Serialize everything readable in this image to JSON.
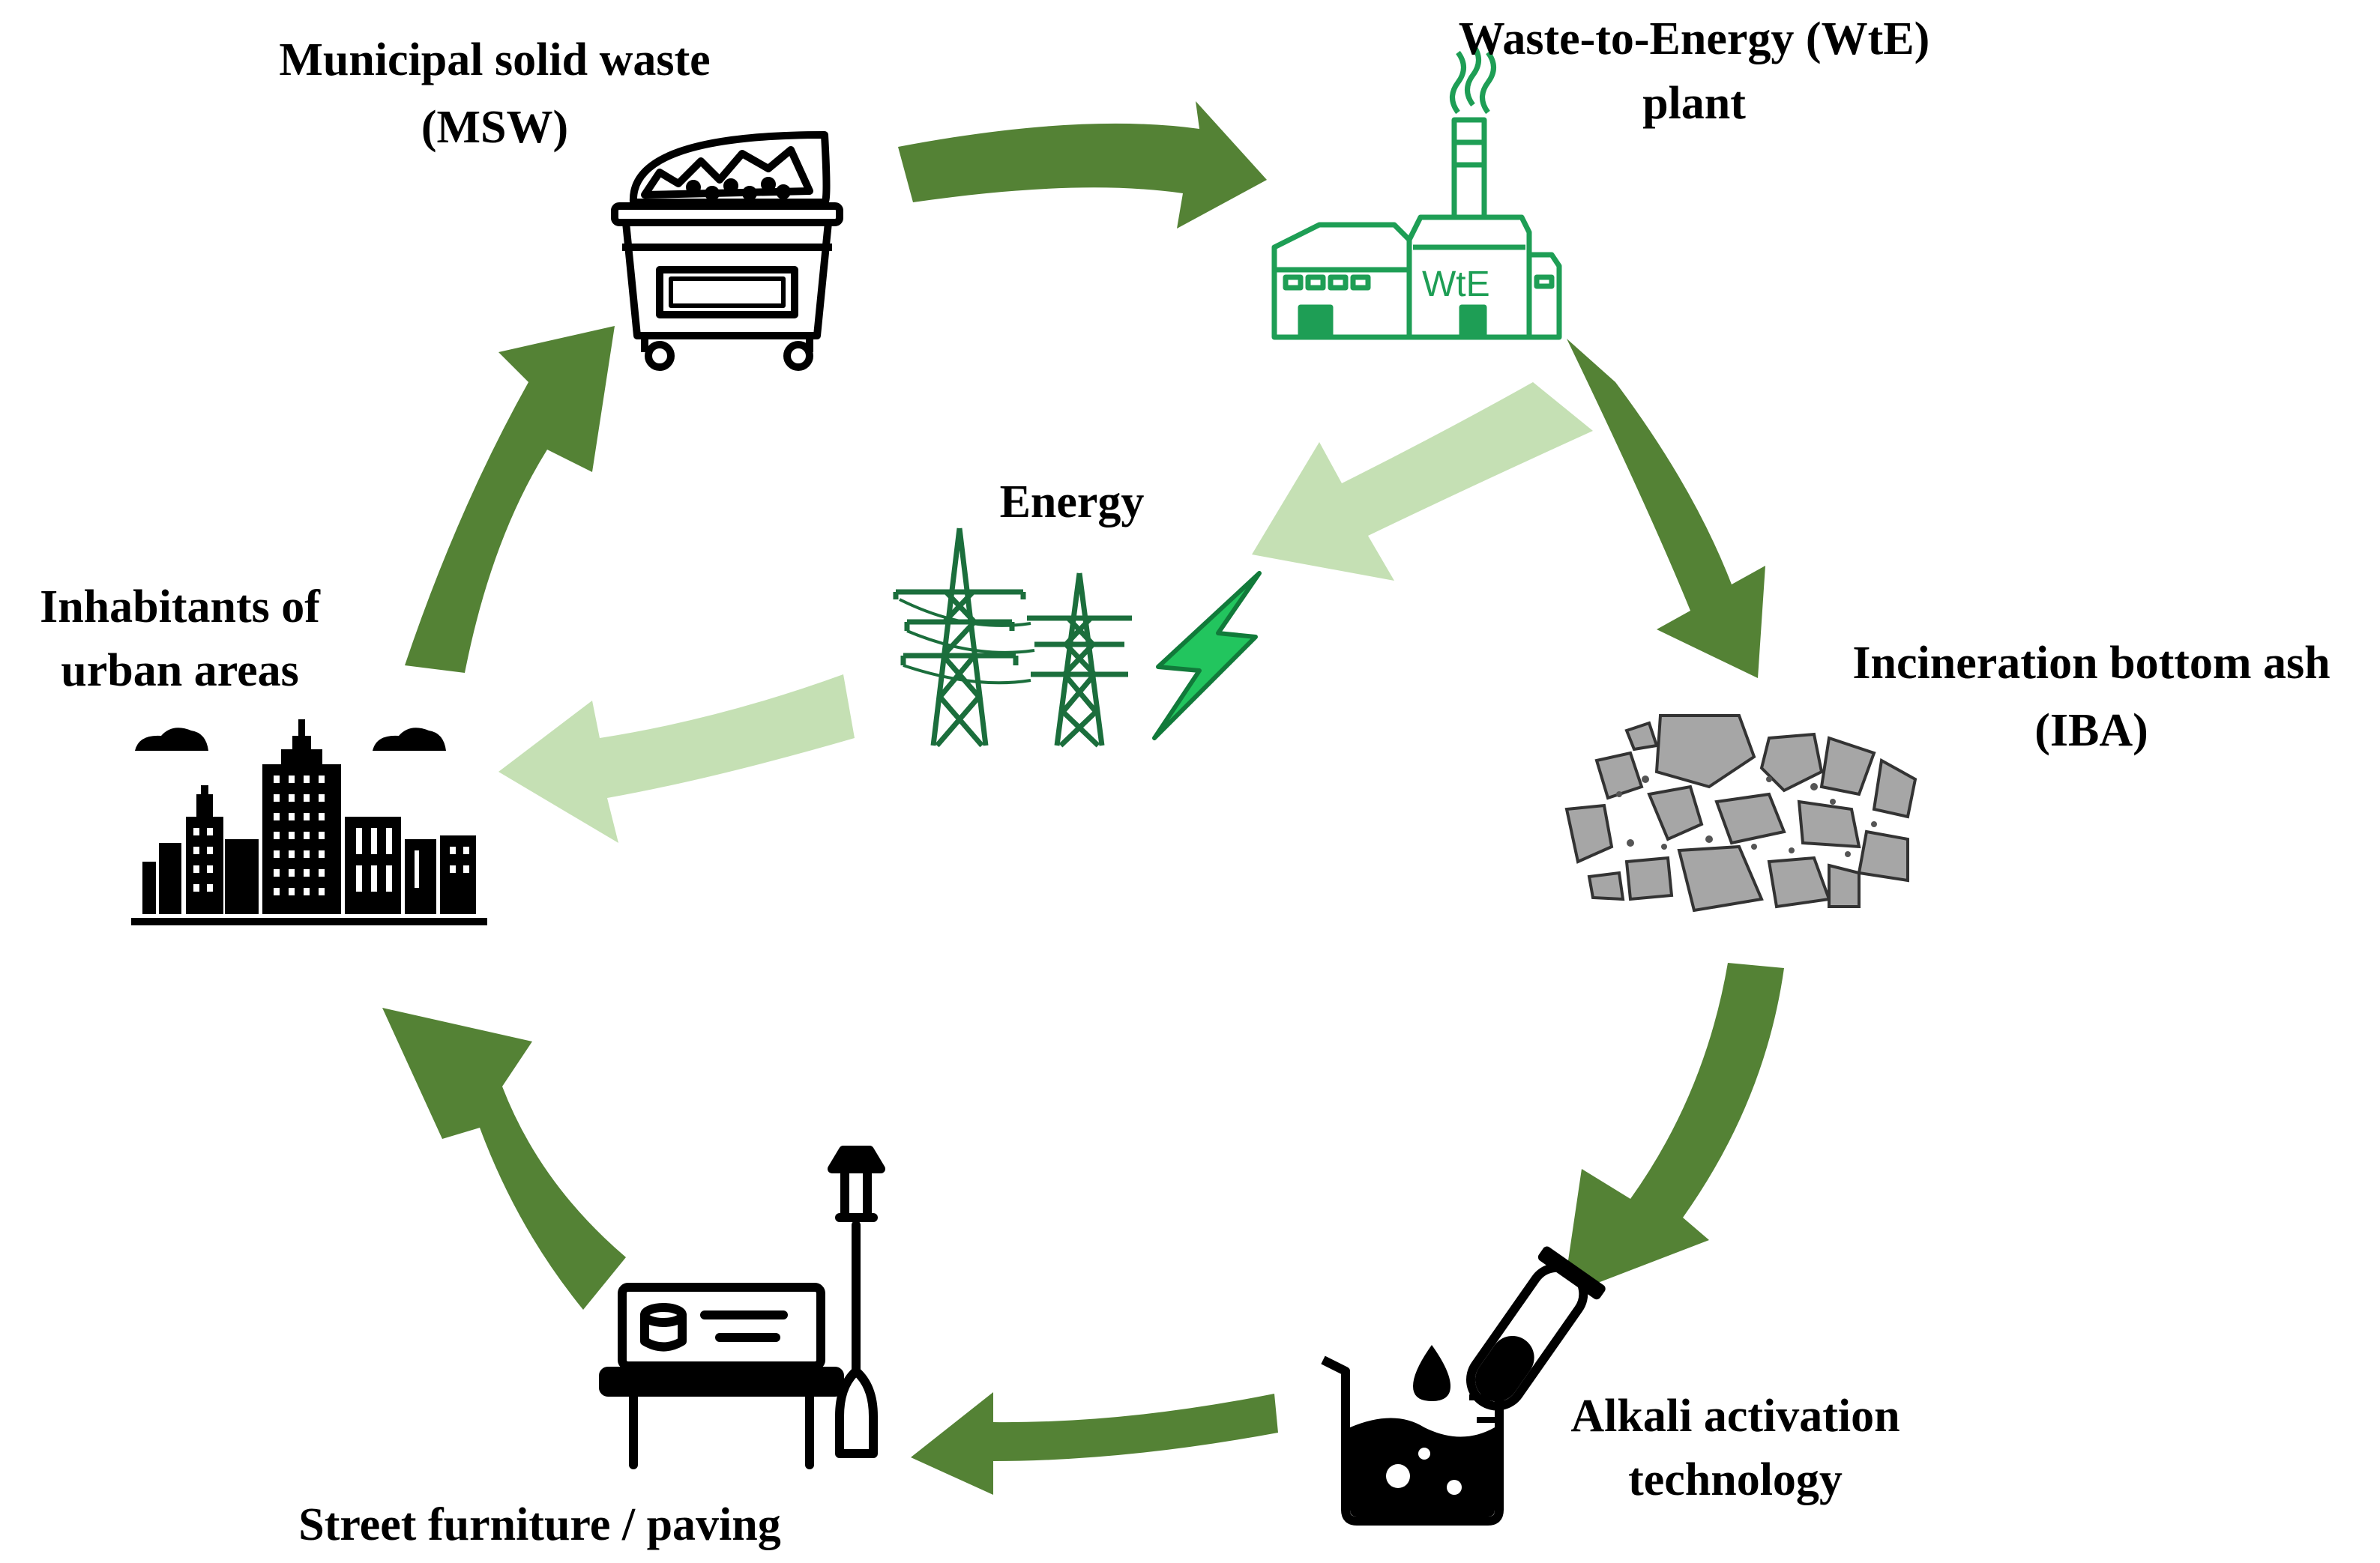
{
  "nodes": {
    "msw": {
      "line1": "Municipal solid waste",
      "line2": "(MSW)"
    },
    "wte": {
      "line1": "Waste-to-Energy (WtE)",
      "line2": "plant",
      "sign": "WtE"
    },
    "energy": {
      "label": "Energy"
    },
    "iba": {
      "line1": "Incineration bottom ash",
      "line2": "(IBA)"
    },
    "alkali": {
      "line1": "Alkali activation",
      "line2": "technology"
    },
    "street": {
      "label": "Street furniture / paving"
    },
    "inhabitants": {
      "line1": "Inhabitants of",
      "line2": "urban areas"
    }
  },
  "colors": {
    "main_arrow": "#548235",
    "energy_arrow": "#c5e0b4",
    "wte_icon": "#1e9e55",
    "energy_icon": "#1b6e3c",
    "lightning": "#22c55e",
    "ash": "#a6a6a6"
  },
  "icons": [
    "dumpster-icon",
    "factory-icon",
    "power-tower-icon",
    "lightning-icon",
    "ash-rocks-icon",
    "beaker-icon",
    "bench-lamp-icon",
    "city-skyline-icon"
  ]
}
